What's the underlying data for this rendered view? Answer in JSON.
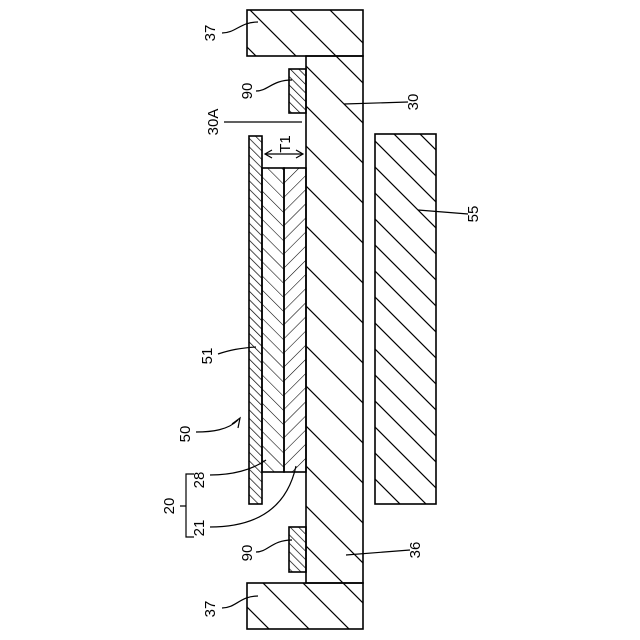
{
  "labels": {
    "l37_top": "37",
    "l90_top": "90",
    "l30A": "30A",
    "l30": "30",
    "lT1": "T1",
    "l55": "55",
    "l51": "51",
    "l50": "50",
    "l20": "20",
    "l28": "28",
    "l21": "21",
    "l90_bottom": "90",
    "l36": "36",
    "l37_bottom": "37"
  }
}
